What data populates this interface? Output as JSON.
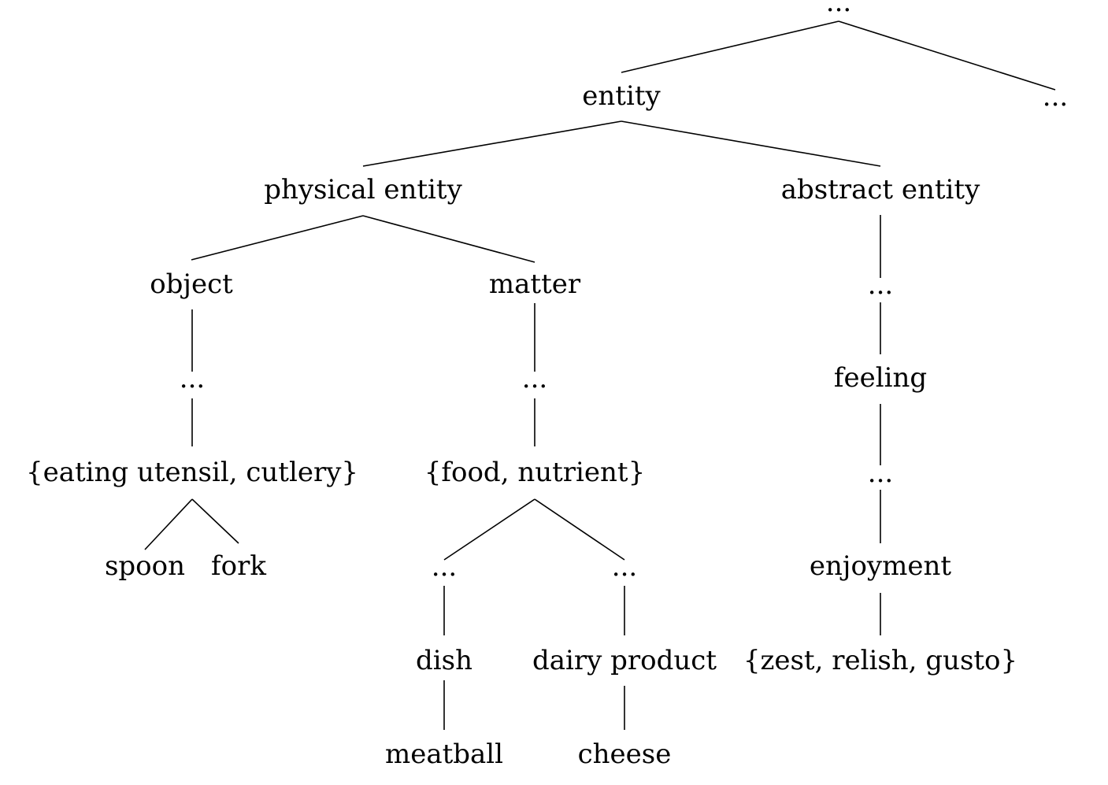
{
  "nodes": {
    "root": "...",
    "entity": "entity",
    "root_other": "...",
    "physical_entity": "physical entity",
    "abstract_entity": "abstract entity",
    "object": "object",
    "matter": "matter",
    "abstract_gap_1": "...",
    "object_gap": "...",
    "matter_gap": "...",
    "feeling": "feeling",
    "eating_utensil": "{eating utensil, cutlery}",
    "food_nutrient": "{food, nutrient}",
    "feeling_gap": "...",
    "spoon": "spoon",
    "fork": "fork",
    "food_gap_left": "...",
    "food_gap_right": "...",
    "enjoyment": "enjoyment",
    "dish": "dish",
    "dairy_product": "dairy product",
    "zest_relish_gusto": "{zest, relish, gusto}",
    "meatball": "meatball",
    "cheese": "cheese"
  }
}
